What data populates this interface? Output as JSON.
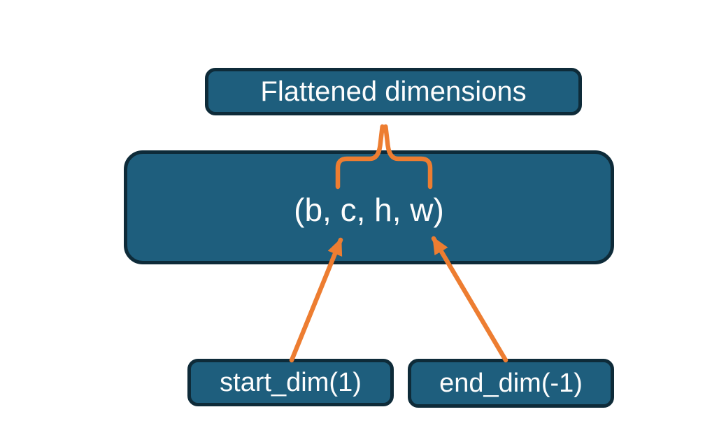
{
  "colors": {
    "background": "#ffffff",
    "node_fill": "#1e5e7d",
    "node_border": "#0e2b39",
    "arrow": "#ed7d31",
    "text": "#fdfdfd"
  },
  "nodes": {
    "flattened": {
      "label": "Flattened dimensions"
    },
    "tensor": {
      "label": "(b, c, h, w)"
    },
    "start_dim": {
      "label": "start_dim(1)"
    },
    "end_dim": {
      "label": "end_dim(-1)"
    }
  }
}
